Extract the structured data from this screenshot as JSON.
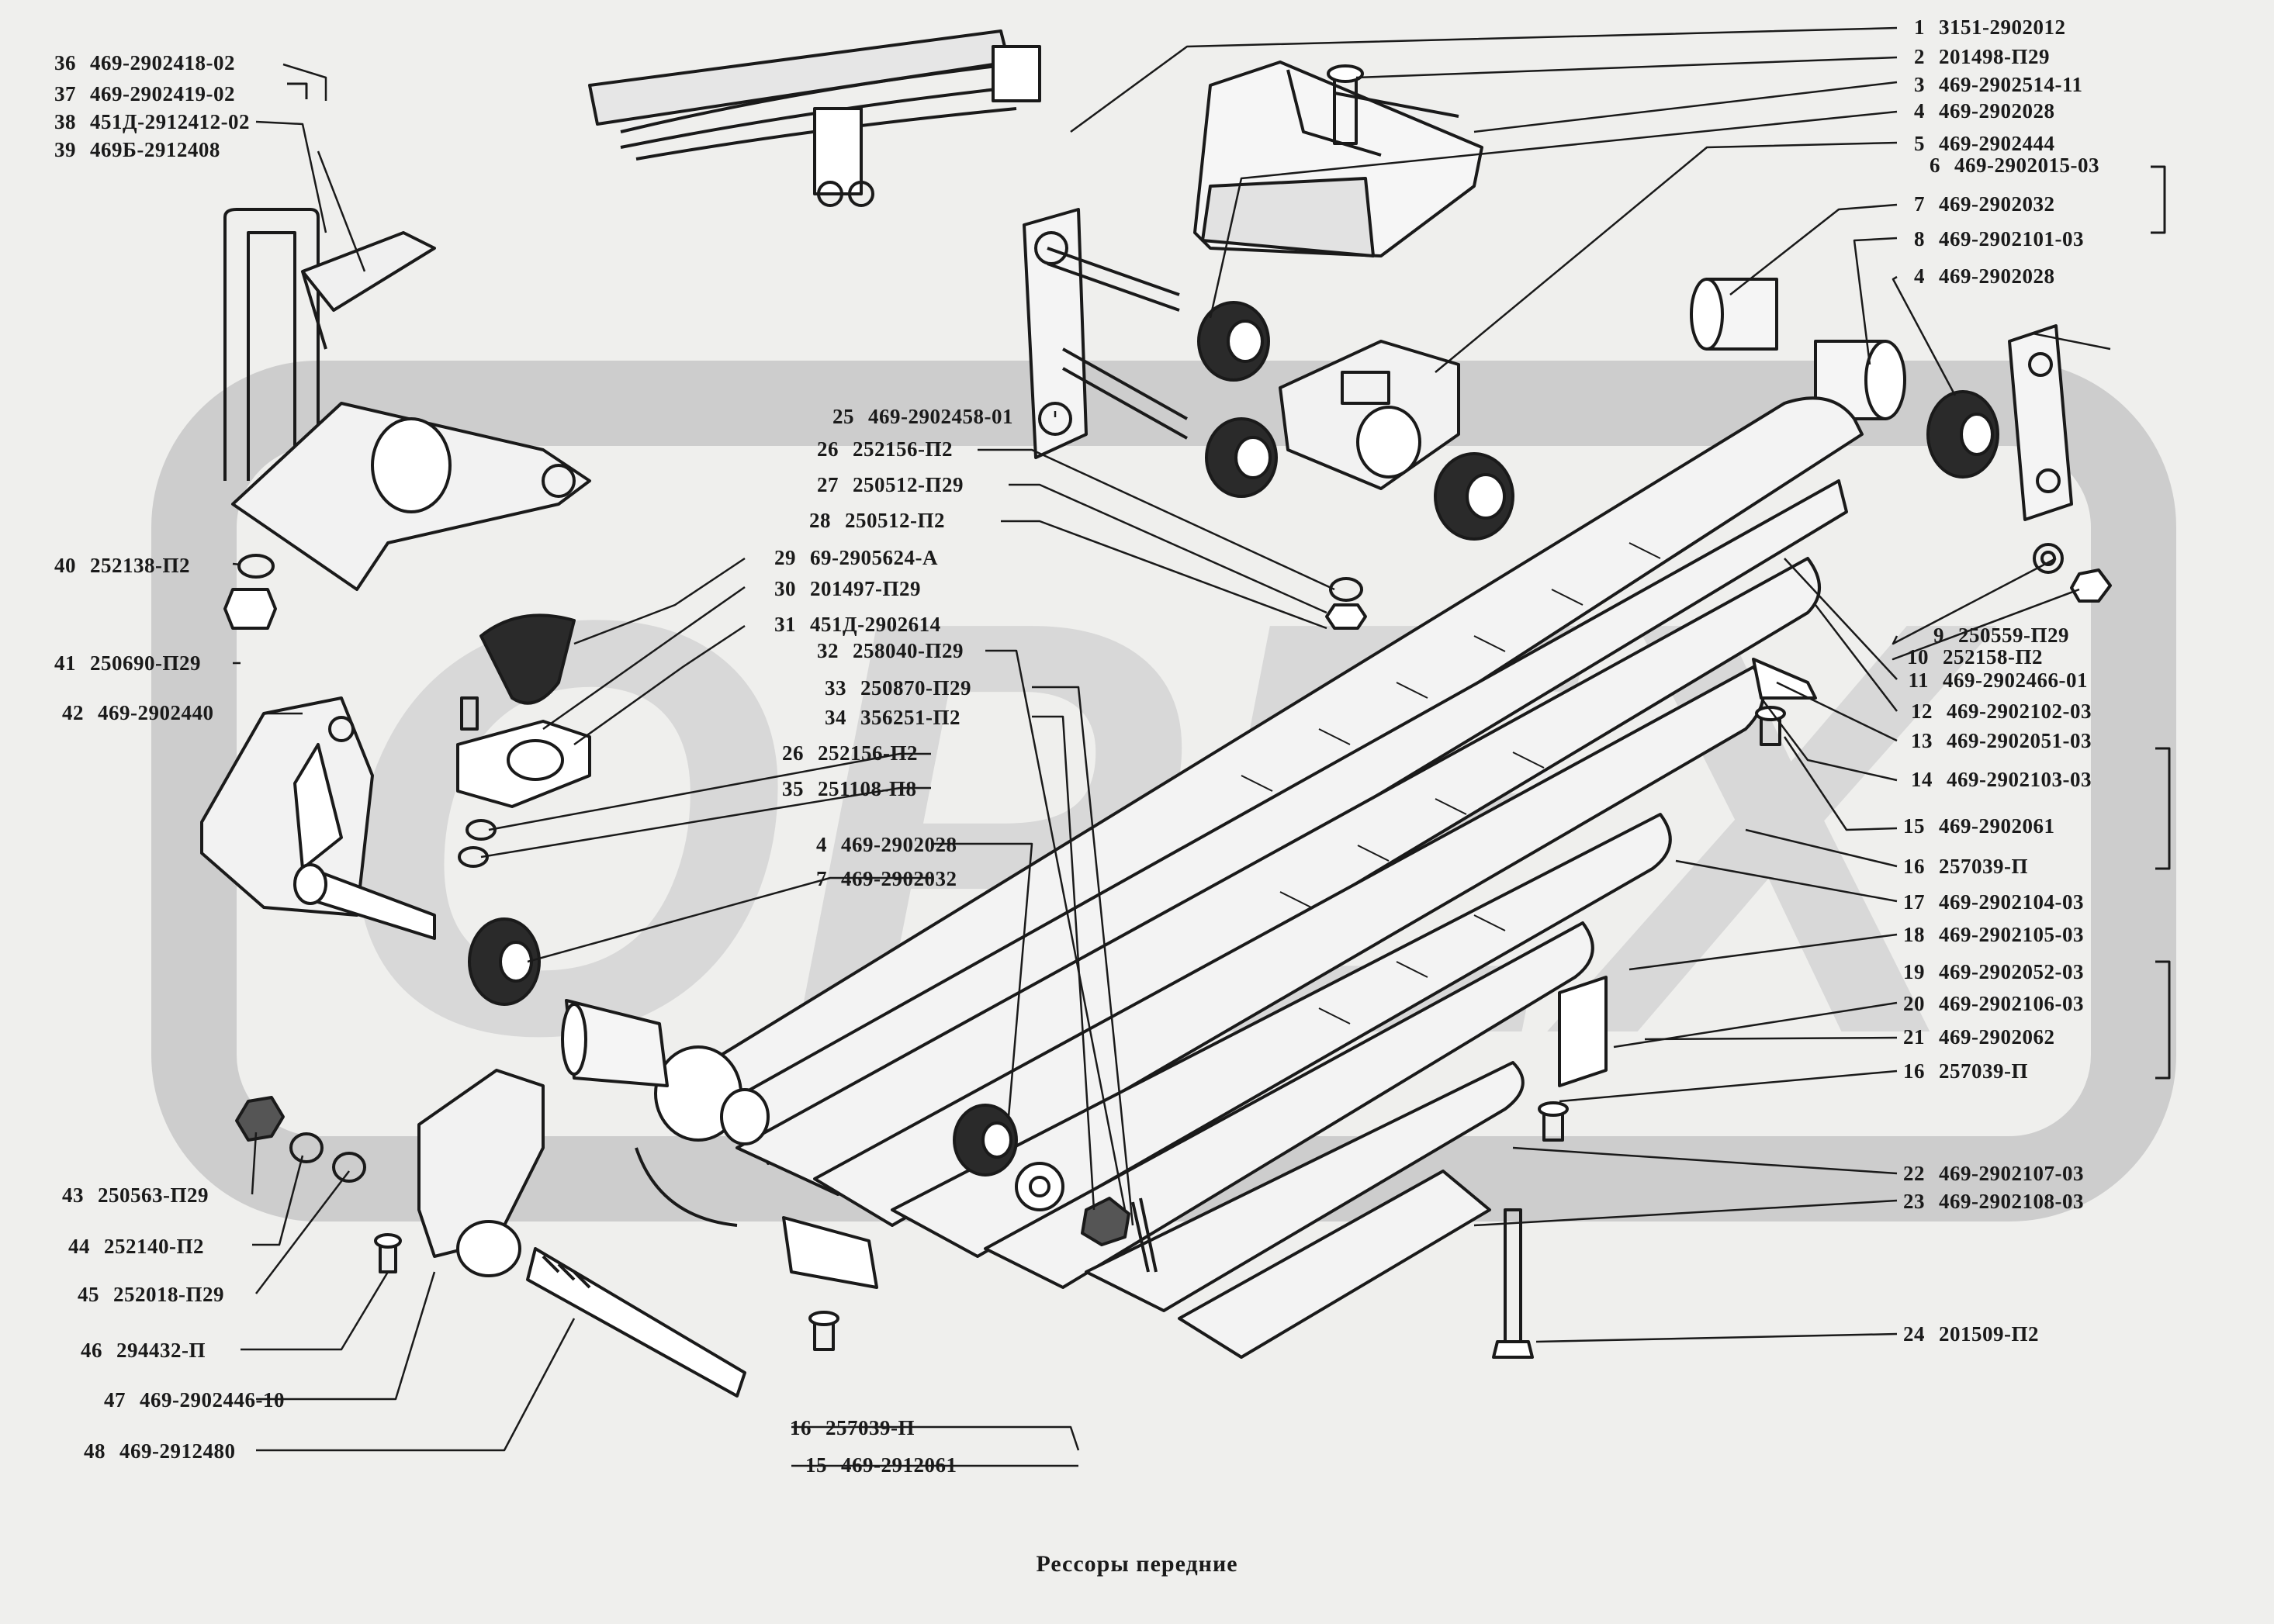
{
  "caption": "Рессоры передние",
  "watermark": "ОРЕХ",
  "colors": {
    "ink": "#1a1a1a",
    "paper": "#efefed",
    "watermark": "#c9c9c9"
  },
  "callouts": [
    {
      "n": "1",
      "code": "3151-2902012"
    },
    {
      "n": "2",
      "code": "201498-П29"
    },
    {
      "n": "3",
      "code": "469-2902514-11"
    },
    {
      "n": "4",
      "code": "469-2902028"
    },
    {
      "n": "5",
      "code": "469-2902444"
    },
    {
      "n": "6",
      "code": "469-2902015-03"
    },
    {
      "n": "7",
      "code": "469-2902032"
    },
    {
      "n": "8",
      "code": "469-2902101-03"
    },
    {
      "n": "4",
      "code": "469-2902028"
    },
    {
      "n": "9",
      "code": "250559-П29"
    },
    {
      "n": "10",
      "code": "252158-П2"
    },
    {
      "n": "11",
      "code": "469-2902466-01"
    },
    {
      "n": "12",
      "code": "469-2902102-03"
    },
    {
      "n": "13",
      "code": "469-2902051-03"
    },
    {
      "n": "14",
      "code": "469-2902103-03"
    },
    {
      "n": "15",
      "code": "469-2902061"
    },
    {
      "n": "16",
      "code": "257039-П"
    },
    {
      "n": "17",
      "code": "469-2902104-03"
    },
    {
      "n": "18",
      "code": "469-2902105-03"
    },
    {
      "n": "19",
      "code": "469-2902052-03"
    },
    {
      "n": "20",
      "code": "469-2902106-03"
    },
    {
      "n": "21",
      "code": "469-2902062"
    },
    {
      "n": "16",
      "code": "257039-П"
    },
    {
      "n": "22",
      "code": "469-2902107-03"
    },
    {
      "n": "23",
      "code": "469-2902108-03"
    },
    {
      "n": "24",
      "code": "201509-П2"
    },
    {
      "n": "36",
      "code": "469-2902418-02"
    },
    {
      "n": "37",
      "code": "469-2902419-02"
    },
    {
      "n": "38",
      "code": "451Д-2912412-02"
    },
    {
      "n": "39",
      "code": "469Б-2912408"
    },
    {
      "n": "40",
      "code": "252138-П2"
    },
    {
      "n": "41",
      "code": "250690-П29"
    },
    {
      "n": "42",
      "code": "469-2902440"
    },
    {
      "n": "43",
      "code": "250563-П29"
    },
    {
      "n": "44",
      "code": "252140-П2"
    },
    {
      "n": "45",
      "code": "252018-П29"
    },
    {
      "n": "46",
      "code": "294432-П"
    },
    {
      "n": "47",
      "code": "469-2902446-10"
    },
    {
      "n": "48",
      "code": "469-2912480"
    },
    {
      "n": "25",
      "code": "469-2902458-01"
    },
    {
      "n": "26",
      "code": "252156-П2"
    },
    {
      "n": "27",
      "code": "250512-П29"
    },
    {
      "n": "28",
      "code": "250512-П2"
    },
    {
      "n": "29",
      "code": "69-2905624-А"
    },
    {
      "n": "30",
      "code": "201497-П29"
    },
    {
      "n": "31",
      "code": "451Д-2902614"
    },
    {
      "n": "32",
      "code": "258040-П29"
    },
    {
      "n": "33",
      "code": "250870-П29"
    },
    {
      "n": "34",
      "code": "356251-П2"
    },
    {
      "n": "26",
      "code": "252156-П2"
    },
    {
      "n": "35",
      "code": "251108-П8"
    },
    {
      "n": "4",
      "code": "469-2902028"
    },
    {
      "n": "7",
      "code": "469-2902032"
    },
    {
      "n": "16",
      "code": "257039-П"
    },
    {
      "n": "15",
      "code": "469-2912061"
    }
  ]
}
